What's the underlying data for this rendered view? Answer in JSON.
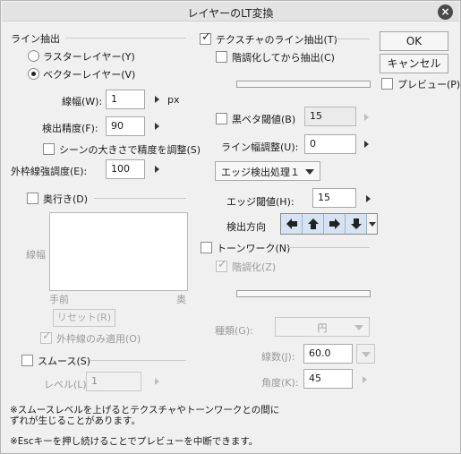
{
  "title": "レイヤーのLT変換",
  "close_icon": "close-icon",
  "buttons": {
    "ok": "OK",
    "cancel": "キャンセル",
    "preview": "プレビュー(P)"
  },
  "left": {
    "line_extraction": "ライン抽出",
    "raster_layer": "ラスターレイヤー(Y)",
    "vector_layer": "ベクターレイヤー(V)",
    "line_width_label": "線幅(W):",
    "line_width_value": "1",
    "line_width_unit": "px",
    "precision_label": "検出精度(F):",
    "precision_value": "90",
    "scene_adjust": "シーンの大きさで精度を調整(S)",
    "outline_label": "外枠線強調度(E):",
    "outline_value": "100",
    "depth": "奥行き(D)",
    "graph_ylabel": "線幅",
    "graph_near": "手前",
    "graph_far": "奥",
    "reset": "リセット(R)",
    "outline_only": "外枠線のみ適用(O)",
    "smooth": "スムース(S)",
    "level_label": "レベル(L):",
    "level_value": "1"
  },
  "right": {
    "texture_line": "テクスチャのライン抽出(T)",
    "extract_after_posterize": "階調化してから抽出(C)",
    "black_threshold": "黒ベタ閾値(B)",
    "black_threshold_value": "15",
    "line_width_adjust_label": "ライン幅調整(U):",
    "line_width_adjust_value": "0",
    "edge_process": "エッジ検出処理１",
    "edge_threshold_label": "エッジ閾値(H):",
    "edge_threshold_value": "15",
    "detect_direction": "検出方向",
    "tone_work": "トーンワーク(N)",
    "posterize": "階調化(Z)",
    "type_label": "種類(G):",
    "type_value": "円",
    "lines_label": "線数(J):",
    "lines_value": "60.0",
    "angle_label": "角度(K):",
    "angle_value": "45"
  },
  "notes": {
    "note1_line1": "※スムースレベルを上げるとテクスチャやトーンワークとの間に",
    "note1_line2": "ずれが生じることがあります。",
    "note2": "※Escキーを押し続けることでプレビューを中断できます。"
  }
}
